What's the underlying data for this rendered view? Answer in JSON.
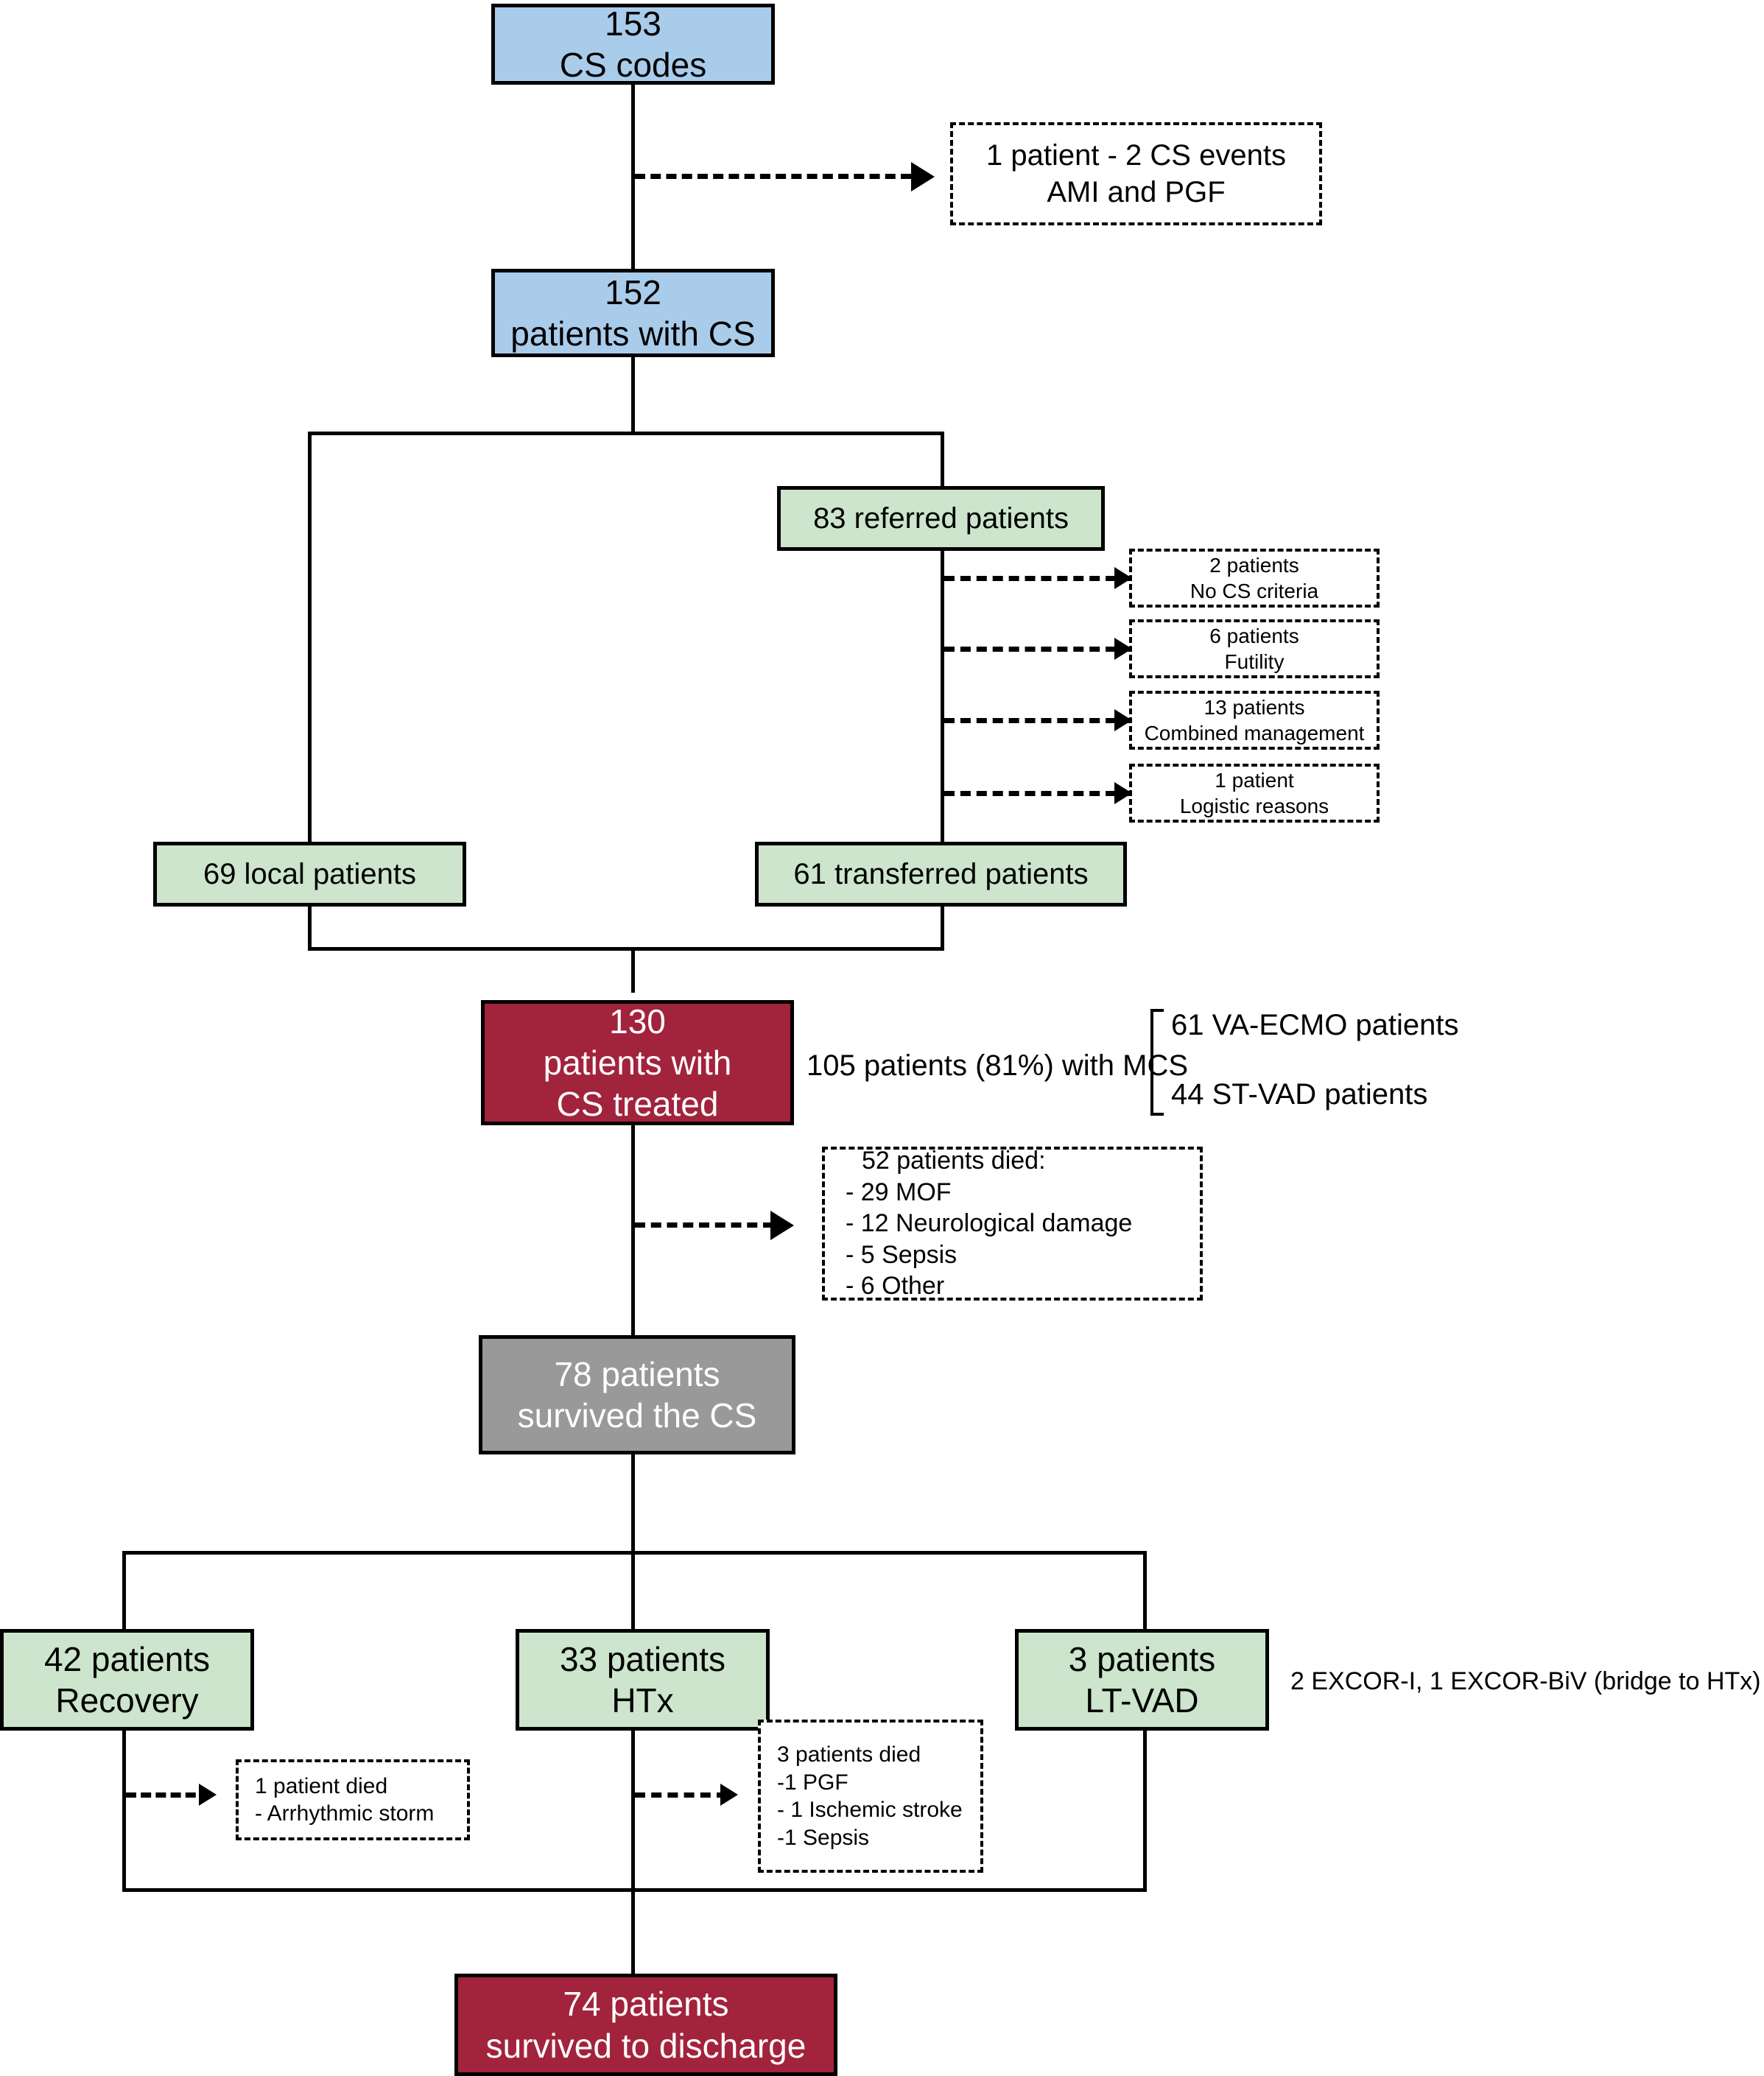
{
  "diagram": {
    "title": "Cardiogenic shock patient flow diagram",
    "colors": {
      "blue": "#aacceb",
      "green": "#cce5cc",
      "red": "#a2233c",
      "grey": "#999999",
      "line": "#000000"
    }
  },
  "nodes": {
    "cs_codes": {
      "line1": "153",
      "line2": "CS codes"
    },
    "patients_with_cs": {
      "line1": "152",
      "line2": "patients with CS"
    },
    "referred": {
      "line1": "83 referred patients"
    },
    "local": {
      "line1": "69 local patients"
    },
    "transferred": {
      "line1": "61 transferred patients"
    },
    "cs_treated": {
      "line1": "130",
      "line2": "patients with",
      "line3": "CS treated"
    },
    "survived_cs": {
      "line1": "78 patients",
      "line2": "survived the CS"
    },
    "recovery": {
      "line1": "42 patients",
      "line2": "Recovery"
    },
    "htx": {
      "line1": "33 patients",
      "line2": "HTx"
    },
    "ltvad": {
      "line1": "3 patients",
      "line2": "LT-VAD"
    },
    "survived_discharge": {
      "line1": "74 patients",
      "line2": "survived to discharge"
    }
  },
  "exclusions": {
    "dual_event": {
      "line1": "1 patient - 2 CS events",
      "line2": "AMI and PGF"
    },
    "no_cs_criteria": {
      "line1": "2 patients",
      "line2": "No CS criteria"
    },
    "futility": {
      "line1": "6 patients",
      "line2": "Futility"
    },
    "combined_management": {
      "line1": "13 patients",
      "line2": "Combined management"
    },
    "logistic": {
      "line1": "1 patient",
      "line2": "Logistic reasons"
    },
    "deaths_cs": {
      "line1": "52 patients died:",
      "line2": "-  29 MOF",
      "line3": "-  12 Neurological damage",
      "line4": "-  5 Sepsis",
      "line5": "-  6 Other"
    },
    "recovery_death": {
      "line1": "1 patient died",
      "line2": "- Arrhythmic storm"
    },
    "htx_deaths": {
      "line1": "3 patients died",
      "line2": "-1 PGF",
      "line3": "- 1 Ischemic stroke",
      "line4": "-1 Sepsis"
    }
  },
  "annotations": {
    "mcs_label": "105 patients (81%) with MCS",
    "mcs_items": {
      "ecmo": "61 VA-ECMO patients",
      "stvad": "44 ST-VAD patients"
    },
    "ltvad_note": "2 EXCOR-I, 1 EXCOR-BiV (bridge to HTx)"
  }
}
